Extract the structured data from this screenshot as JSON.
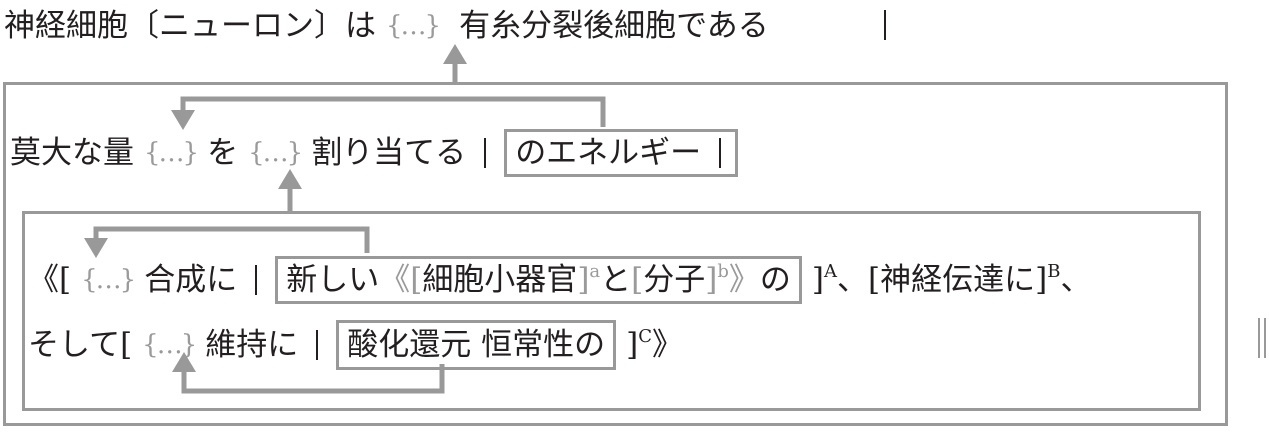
{
  "line1": {
    "start": "神経細胞〔ニューロン〕は",
    "slot": "{…}",
    "end": "有糸分裂後細胞である"
  },
  "line2": {
    "a": "莫大な量",
    "slot1": "{…}",
    "b": "を",
    "slot2": "{…}",
    "c": "割り当てる",
    "boxed": "のエネルギー"
  },
  "line3": {
    "open": "《[",
    "slot": "{…}",
    "a": "合成に",
    "box_start": "新しい",
    "box_open": "《[",
    "box_item1": "細胞小器官",
    "box_close1": "]",
    "sup_a": "a",
    "box_and": "と",
    "box_open2": "[",
    "box_item2": "分子",
    "box_close2": "]",
    "sup_b": "b",
    "box_close3": "》",
    "box_end": "の",
    "close": "]",
    "sup_A": "A",
    "mid": "、[神経伝達に]",
    "sup_B": "B",
    "comma": "、"
  },
  "line4": {
    "start": "そして[",
    "slot": "{…}",
    "a": "維持に",
    "boxed": "酸化還元 恒常性の",
    "close": "]",
    "sup_C": "C",
    "end": "》"
  },
  "end_mark": "‖",
  "colors": {
    "arrow": "#999999",
    "text": "#231f20"
  }
}
